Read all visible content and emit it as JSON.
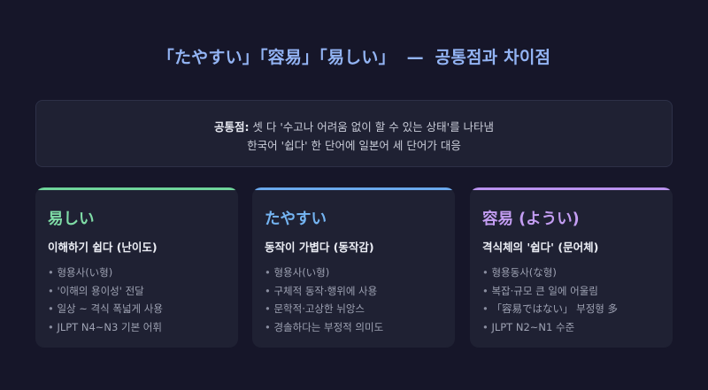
{
  "title": {
    "words": "「たやすい」「容易」「易しい」",
    "dash": "—",
    "suffix": "공통점과 차이점"
  },
  "common": {
    "label": "공통점:",
    "line1_rest": " 셋 다 '수고나 어려움 없이 할 수 있는 상태'를 나타냄",
    "line2": "한국어 '쉽다' 한 단어에 일본어 세 단어가 대응"
  },
  "cards": [
    {
      "word": "易しい",
      "subtitle": "이해하기 쉽다 (난이도)",
      "items": [
        "형용사(い형)",
        "'이해의 용이성' 전달",
        "일상 ~ 격식 폭넓게 사용",
        "JLPT N4~N3 기본 어휘"
      ]
    },
    {
      "word": "たやすい",
      "subtitle": "동작이 가볍다 (동작감)",
      "items": [
        "형용사(い형)",
        "구체적 동작·행위에 사용",
        "문학적·고상한 뉘앙스",
        "경솔하다는 부정적 의미도"
      ]
    },
    {
      "word": "容易 (ようい)",
      "subtitle": "격식체의 '쉽다' (문어체)",
      "items": [
        "형용동사(な형)",
        "복잡·규모 큰 일에 어울림",
        "「容易ではない」 부정형 多",
        "JLPT N2~N1 수준"
      ]
    }
  ],
  "colors": {
    "background": "#161629",
    "title": "#93b4f4",
    "card1_accent": "#6fd49a",
    "card2_accent": "#6aa8ec",
    "card3_accent": "#b992ee"
  }
}
